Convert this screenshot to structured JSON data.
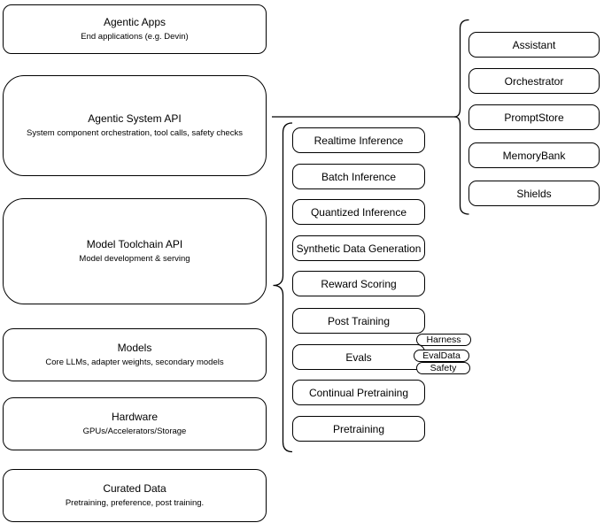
{
  "diagram": {
    "stack": [
      {
        "title": "Agentic Apps",
        "subtitle": "End applications (e.g. Devin)"
      },
      {
        "title": "Agentic System API",
        "subtitle": "System component orchestration, tool calls, safety checks"
      },
      {
        "title": "Model Toolchain API",
        "subtitle": "Model development & serving"
      },
      {
        "title": "Models",
        "subtitle": "Core LLMs, adapter weights, secondary models"
      },
      {
        "title": "Hardware",
        "subtitle": "GPUs/Accelerators/Storage"
      },
      {
        "title": "Curated Data",
        "subtitle": "Pretraining, preference, post training."
      }
    ],
    "toolchain_items": [
      "Realtime Inference",
      "Batch Inference",
      "Quantized Inference",
      "Synthetic Data Generation",
      "Reward Scoring",
      "Post Training",
      "Evals",
      "Continual Pretraining",
      "Pretraining"
    ],
    "system_components": [
      "Assistant",
      "Orchestrator",
      "PromptStore",
      "MemoryBank",
      "Shields"
    ],
    "eval_tags": [
      "Harness",
      "EvalData",
      "Safety"
    ],
    "colors": {
      "stroke": "#000000",
      "background": "#ffffff",
      "text": "#000000"
    }
  }
}
